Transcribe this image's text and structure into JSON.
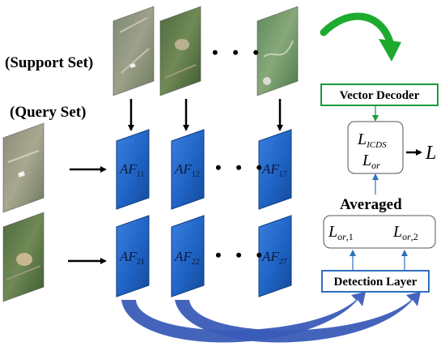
{
  "labels": {
    "support_set": "(Support Set)",
    "query_set": "(Query Set)",
    "averaged": "Averaged"
  },
  "boxes": {
    "vector_decoder": "Vector Decoder",
    "detection_layer": "Detection Layer"
  },
  "loss_box": {
    "l_icds_main": "L",
    "l_icds_sub": "ICDS",
    "l_or_main": "L",
    "l_or_sub": "or",
    "output_main": "L"
  },
  "averaged_box": {
    "l1_main": "L",
    "l1_sub": "or",
    "l1_index": ",1",
    "l2_main": "L",
    "l2_sub": "or",
    "l2_index": ",2"
  },
  "feature_maps": {
    "row1": [
      {
        "main": "AF",
        "sub": "11"
      },
      {
        "main": "AF",
        "sub": "12"
      },
      {
        "main": "AF",
        "sub": "17"
      }
    ],
    "row2": [
      {
        "main": "AF",
        "sub": "21"
      },
      {
        "main": "AF",
        "sub": "22"
      },
      {
        "main": "AF",
        "sub": "27"
      }
    ]
  },
  "ellipsis": "• • •",
  "colors": {
    "feature_blue": "#1f63c4",
    "decoder_green": "#1a9a3c",
    "detection_blue": "#2e6fbf",
    "curve_blue": "#3a5cb8",
    "green_arrow": "#1daa2e"
  }
}
